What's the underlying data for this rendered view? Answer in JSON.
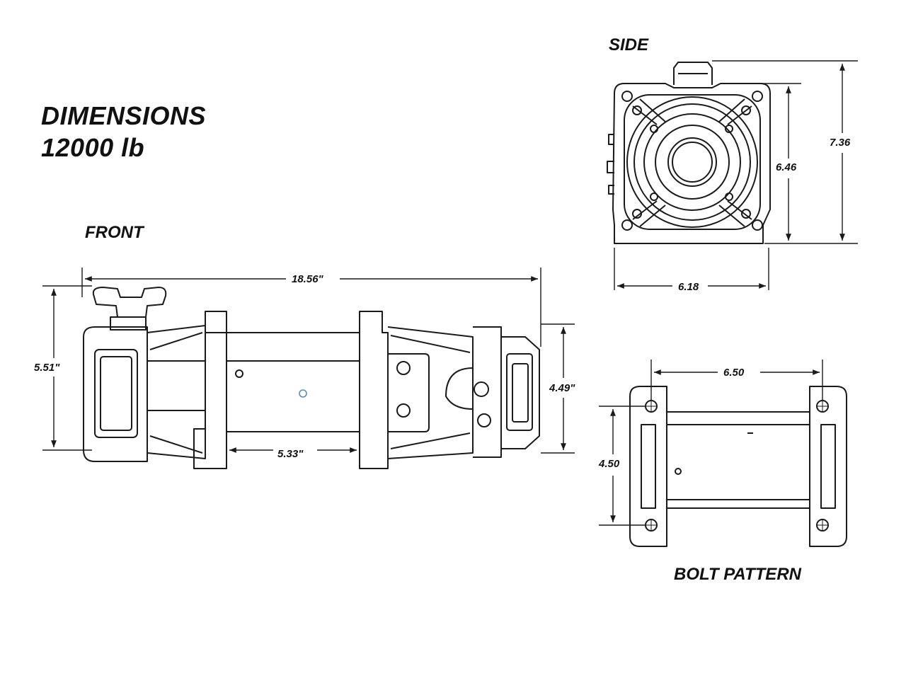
{
  "title": {
    "line1": "DIMENSIONS",
    "line2": "12000 lb"
  },
  "views": {
    "side": "SIDE",
    "front": "FRONT",
    "bolt_pattern": "BOLT PATTERN"
  },
  "dimensions": {
    "overall_length": "18.56\"",
    "front_height": "5.51\"",
    "drum_height": "4.49\"",
    "foot_spacing": "5.33\"",
    "side_height_total": "7.36",
    "side_height_body": "6.46",
    "side_width": "6.18",
    "bolt_width": "6.50",
    "bolt_depth": "4.50"
  },
  "colors": {
    "line": "#1a1a1a",
    "accent": "#5a8fb8"
  }
}
